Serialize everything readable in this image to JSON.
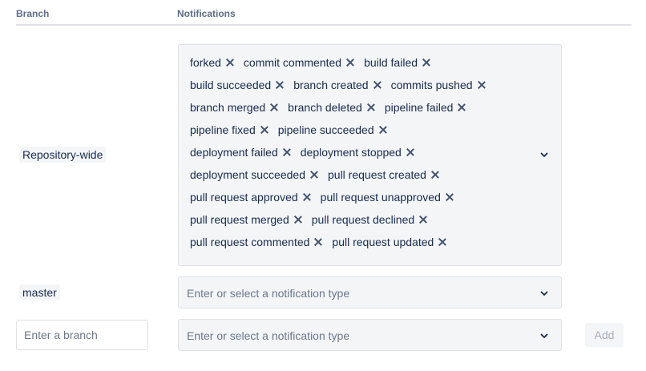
{
  "header": {
    "branch_label": "Branch",
    "notifications_label": "Notifications"
  },
  "rows": {
    "repository_wide": {
      "branch": "Repository-wide",
      "tag_rows": [
        [
          "forked",
          "commit commented",
          "build failed"
        ],
        [
          "build succeeded",
          "branch created",
          "commits pushed"
        ],
        [
          "branch merged",
          "branch deleted",
          "pipeline failed"
        ],
        [
          "pipeline fixed",
          "pipeline succeeded"
        ],
        [
          "deployment failed",
          "deployment stopped"
        ],
        [
          "deployment succeeded",
          "pull request created"
        ],
        [
          "pull request approved",
          "pull request unapproved"
        ],
        [
          "pull request merged",
          "pull request declined"
        ],
        [
          "pull request commented",
          "pull request updated"
        ]
      ]
    },
    "master": {
      "branch": "master",
      "placeholder": "Enter or select a notification type"
    },
    "new": {
      "branch_placeholder": "Enter a branch",
      "placeholder": "Enter or select a notification type",
      "add_label": "Add"
    }
  },
  "icons": {
    "remove": "close-icon",
    "dropdown": "chevron-down-icon"
  },
  "colors": {
    "field_bg": "#f4f5f7",
    "border": "#dfe1e6",
    "text": "#172b4d",
    "muted": "#6b778c"
  }
}
